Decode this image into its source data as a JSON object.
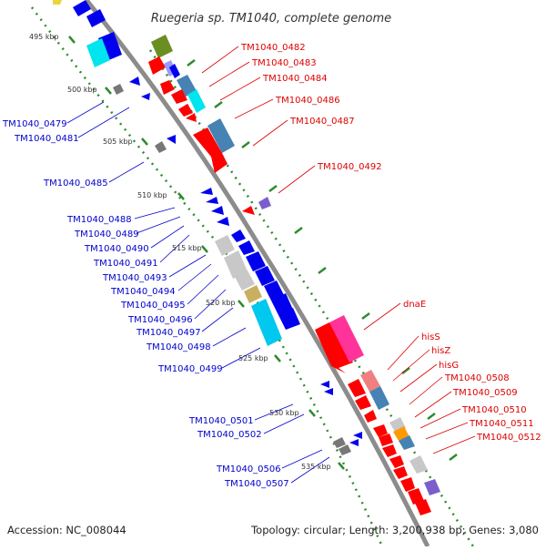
{
  "title": "Ruegeria sp. TM1040, complete genome",
  "accession_text": "Accession: NC_008044",
  "topology_text": "Topology: circular; Length: 3,200,938 bp; Genes: 3,080",
  "colors": {
    "backbone": "#8c8c8c",
    "tick": "#2e8b2e",
    "left_label": "#0000cc",
    "right_label": "#dd0000"
  },
  "kbp_labels": [
    "495 kbp",
    "500 kbp",
    "505 kbp",
    "510 kbp",
    "515 kbp",
    "520 kbp",
    "525 kbp",
    "530 kbp",
    "535 kbp"
  ],
  "left_labels": [
    "TM1040_0479",
    "TM1040_0481",
    "TM1040_0485",
    "TM1040_0488",
    "TM1040_0489",
    "TM1040_0490",
    "TM1040_0491",
    "TM1040_0493",
    "TM1040_0494",
    "TM1040_0495",
    "TM1040_0496",
    "TM1040_0497",
    "TM1040_0498",
    "TM1040_0499",
    "TM1040_0501",
    "TM1040_0502",
    "TM1040_0506",
    "TM1040_0507"
  ],
  "right_labels": [
    "TM1040_0482",
    "TM1040_0483",
    "TM1040_0484",
    "TM1040_0486",
    "TM1040_0487",
    "TM1040_0492",
    "dnaE",
    "hisS",
    "hisZ",
    "hisG",
    "TM1040_0508",
    "TM1040_0509",
    "TM1040_0510",
    "TM1040_0511",
    "TM1040_0512"
  ]
}
